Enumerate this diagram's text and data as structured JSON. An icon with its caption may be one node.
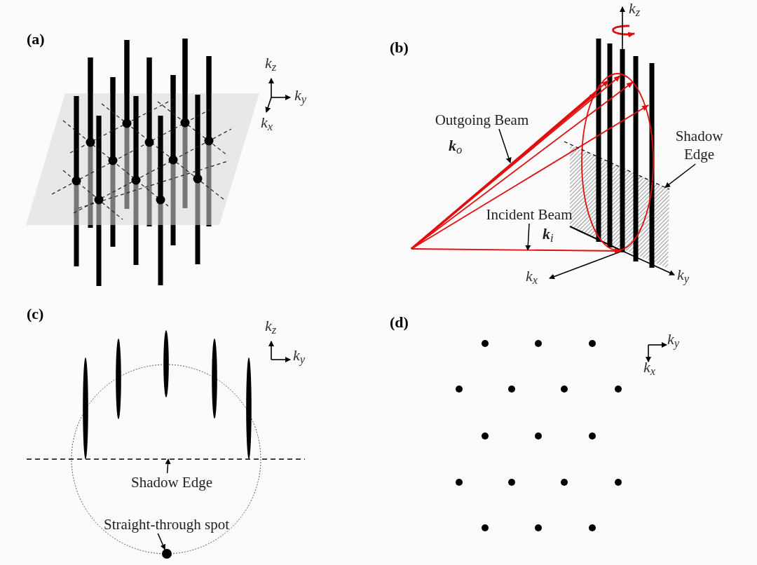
{
  "diagram": {
    "nodes": [
      {
        "text": [
          "Outgoing Beam"
        ]
      },
      {
        "text": [
          "Incident Beam"
        ]
      },
      {
        "text": [
          "Shadow Edge"
        ]
      },
      {
        "text": [
          "Shadow Edge"
        ]
      },
      {
        "text": [
          "Straight-through spot"
        ]
      },
      {
        "text": [],
        "shape": "circle"
      },
      {
        "text": [],
        "shape": "arrow"
      },
      {
        "text": [],
        "shape": "line"
      },
      {
        "text": [],
        "shape": "line"
      }
    ],
    "edges": [
      {
        "from": 0,
        "to": null,
        "arrow": "to"
      },
      {
        "from": 1,
        "to": 6,
        "arrow": "to"
      },
      {
        "from": 2,
        "to": 7,
        "arrow": "to"
      },
      {
        "from": 3,
        "to": 8,
        "arrow": "to"
      },
      {
        "from": 4,
        "to": 5,
        "arrow": "to"
      }
    ],
    "labels": [
      "(a)",
      "k$_{z}$",
      "k$_{y}$",
      "k$_{x}$",
      "(b)",
      "k$_{z}$",
      "**k**$_{o}$",
      "**k**$_{i}$",
      "k$_{x}$",
      "k$_{y}$",
      "(c)",
      "k$_{z}$",
      "k$_{y}$",
      "(d)",
      "k$_{y}$",
      "k$_{x}$"
    ]
  }
}
